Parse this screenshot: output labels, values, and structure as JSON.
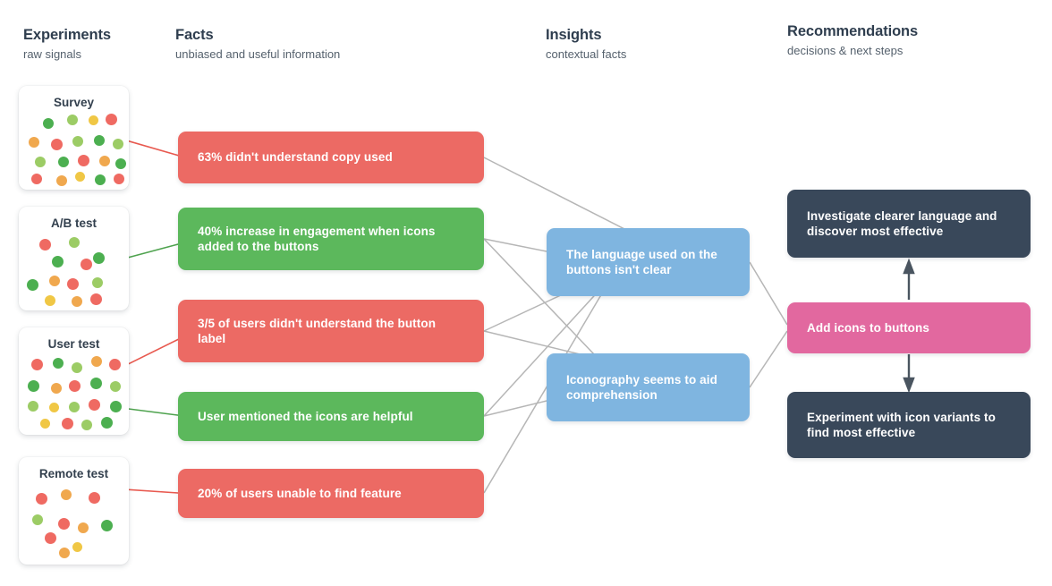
{
  "columns": [
    {
      "title": "Experiments",
      "subtitle": "raw signals"
    },
    {
      "title": "Facts",
      "subtitle": "unbiased and useful information"
    },
    {
      "title": "Insights",
      "subtitle": "contextual facts"
    },
    {
      "title": "Recommendations",
      "subtitle": "decisions & next steps"
    }
  ],
  "experiments": [
    {
      "label": "Survey",
      "highlight_color": "#e8594f"
    },
    {
      "label": "A/B test",
      "highlight_color": "#4fa34f"
    },
    {
      "label": "User test",
      "highlight_color": "#e8594f"
    },
    {
      "label": "Remote test",
      "highlight_color": "#e8594f"
    }
  ],
  "facts": [
    {
      "text": "63% didn't understand copy used",
      "color": "#ec6a64",
      "type": "negative"
    },
    {
      "text": "40% increase in engagement when icons added to the buttons",
      "color": "#5cb85c",
      "type": "positive"
    },
    {
      "text": "3/5 of users didn't understand the button label",
      "color": "#ec6a64",
      "type": "negative"
    },
    {
      "text": "User mentioned the icons are helpful",
      "color": "#5cb85c",
      "type": "positive"
    },
    {
      "text": "20% of users unable to find feature",
      "color": "#ec6a64",
      "type": "negative"
    }
  ],
  "insights": [
    {
      "text": "The language used on the buttons isn't clear",
      "color": "#7fb5e0"
    },
    {
      "text": "Iconography seems to aid comprehension",
      "color": "#7fb5e0"
    }
  ],
  "recommendations": [
    {
      "text": "Investigate clearer language and discover most effective",
      "color": "#39485a"
    },
    {
      "text": "Add icons to buttons",
      "color": "#e2689f"
    },
    {
      "text": "Experiment with icon variants to find most effective",
      "color": "#39485a"
    }
  ],
  "palette": {
    "red": "#ec6a64",
    "green": "#5cb85c",
    "blue": "#7fb5e0",
    "pink": "#e2689f",
    "navy": "#39485a",
    "dot_red": "#ef6a62",
    "dot_green": "#4caf50",
    "dot_light_green": "#9ccc65",
    "dot_orange": "#f4a martin",
    "connector": "#b3b3b3",
    "arrow": "#4a5560",
    "background": "#ffffff"
  }
}
